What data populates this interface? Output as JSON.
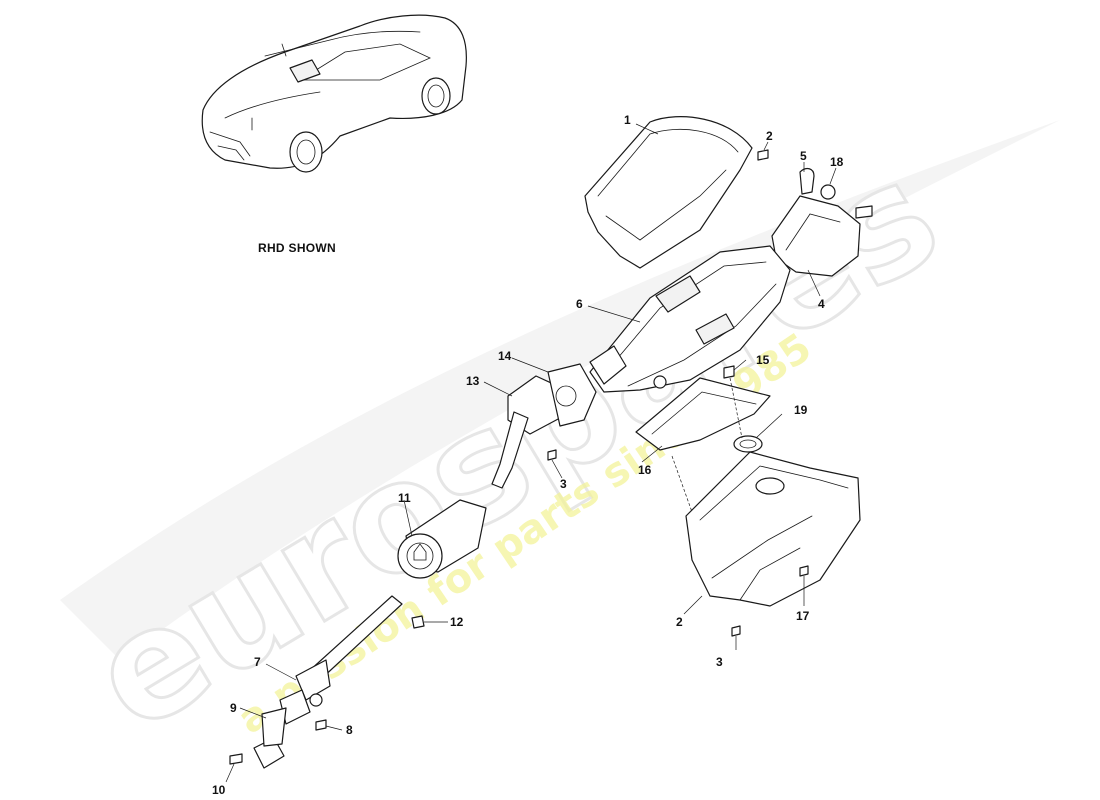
{
  "note": "RHD SHOWN",
  "watermark": {
    "brand": "eurospares",
    "tagline": "a passion for parts since 1985"
  },
  "callouts": {
    "c1": "1",
    "c2a": "2",
    "c2b": "2",
    "c3a": "3",
    "c3b": "3",
    "c4": "4",
    "c5": "5",
    "c6": "6",
    "c7": "7",
    "c8": "8",
    "c9": "9",
    "c10": "10",
    "c11": "11",
    "c12": "12",
    "c13": "13",
    "c14": "14",
    "c15": "15",
    "c16": "16",
    "c17": "17",
    "c18": "18",
    "c19": "19"
  },
  "icons": {
    "vehicle": "car-outline-icon",
    "cover": "column-cover-icon",
    "column": "steering-column-icon",
    "shaft": "intermediate-shaft-icon",
    "switch": "ignition-switch-icon"
  }
}
